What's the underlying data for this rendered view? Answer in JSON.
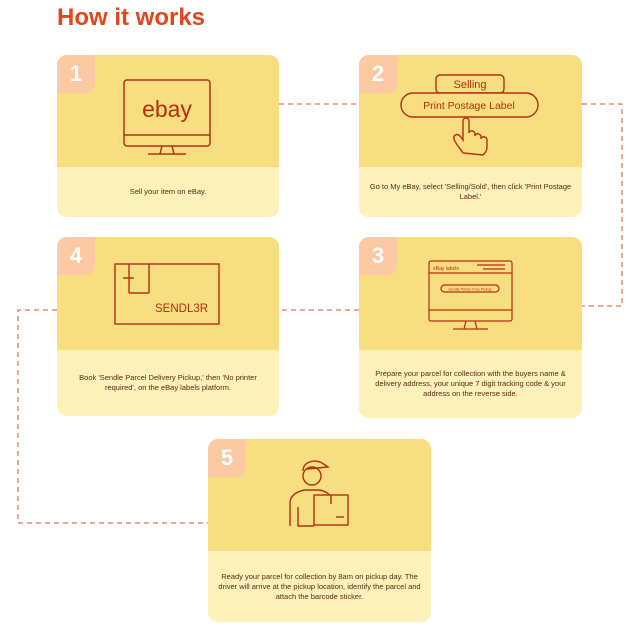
{
  "title": "How it works",
  "colors": {
    "accent": "#e2461b",
    "card_top": "#f7de80",
    "card_bottom": "#fcf1b9",
    "badge": "#fbcaa5",
    "line": "#c0391c"
  },
  "steps": [
    {
      "number": "1",
      "icon": "monitor-ebay-icon",
      "logo": "ebay",
      "description": "Sell your item on eBay."
    },
    {
      "number": "2",
      "icon": "print-label-click-icon",
      "tab_label": "Selling",
      "button_label": "Print Postage Label",
      "description": "Go to My eBay, select 'Selling/Sold', then click 'Print Postage Label.'"
    },
    {
      "number": "3",
      "icon": "monitor-ebay-labels-icon",
      "screen_title": "eBay labels",
      "screen_button": "Sendle Printer-Free Pickup",
      "description": "Prepare your parcel for collection with the buyers name & delivery address, your unique 7 digit tracking code & your address on the reverse side."
    },
    {
      "number": "4",
      "icon": "parcel-box-icon",
      "box_label": "SENDL3R",
      "description": "Book 'Sendle Parcel Delivery Pickup,' then 'No printer required', on the eBay labels platform."
    },
    {
      "number": "5",
      "icon": "courier-driver-icon",
      "description": "Ready your parcel for collection by 8am on pickup day. The driver will arrive at the pickup location, identify the parcel and attach the barcode sticker."
    }
  ]
}
